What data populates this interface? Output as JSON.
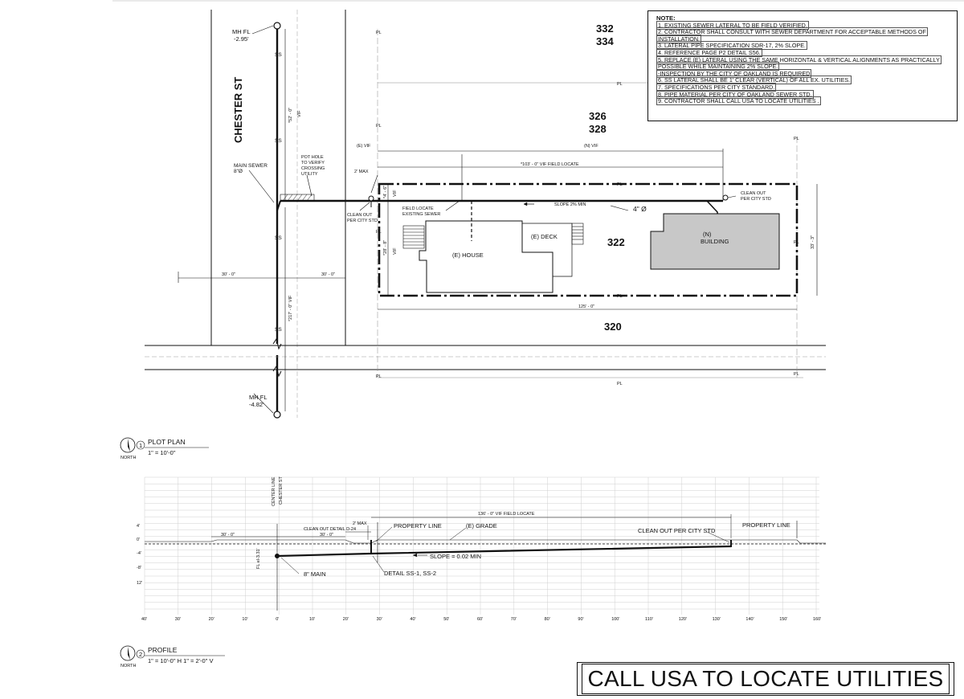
{
  "plot_plan": {
    "street_name": "CHESTER ST",
    "lot_numbers": {
      "lot_332": "332",
      "lot_334": "334",
      "lot_326": "326",
      "lot_328": "328",
      "lot_322": "322",
      "lot_320": "320"
    },
    "mh_top": {
      "label": "MH FL",
      "value": "-2.95'"
    },
    "mh_bottom": {
      "label": "MH FL",
      "value": "-4.82'"
    },
    "main_sewer": {
      "label": "MAIN SEWER",
      "size": "8\"Ø"
    },
    "pot_hole": [
      "POT HOLE",
      "TO VERIFY",
      "CROSSING",
      "UTILITY"
    ],
    "clean_out_left": [
      "CLEAN OUT",
      "PER CITY STD"
    ],
    "clean_out_right": [
      "CLEAN OUT",
      "PER CITY STD"
    ],
    "field_locate": [
      "FIELD LOCATE",
      "EXISTING SEWER"
    ],
    "slope": "SLOPE 2% MIN",
    "pipe_size": "4\" Ø",
    "existing_vif": "(E) VIF",
    "new_vif": "(N) VIF",
    "max_2": "2' MAX",
    "field_locate_dim": "*103' - 0\" VIF FIELD LOCATE",
    "dim_125": "125' - 0\"",
    "dim_33": "33' - 3\"",
    "dim_28": "*28' - 8\"",
    "dim_4": "*4' - 6\"",
    "dim_30_left": "30' - 0\"",
    "dim_30_right": "30' - 0\"",
    "dim_52": "*52' - 0\"",
    "dim_217": "*217' - 0\" VIF",
    "vif": "VIF",
    "existing_house": "(E) HOUSE",
    "existing_deck": "(E) DECK",
    "new_building": [
      "(N)",
      "BUILDING"
    ],
    "pl": "PL",
    "ss": "SS",
    "title": "PLOT PLAN",
    "scale": "1\" = 10'-0\"",
    "number": "1",
    "north": "NORTH"
  },
  "notes": {
    "title": "NOTE:",
    "items": [
      "1. EXISTING SEWER LATERAL TO BE FIELD VERIFIED.",
      "2. CONTRACTOR SHALL CONSULT WITH SEWER  DEPARTMENT  FOR ACCEPTABLE METHODS OF",
      "INSTALLATION.",
      "3. LATERAL PIPE SPECIFICATION SDR-17, 2% SLOPE.",
      "4. REFERENCE PAGE P2 DETAIL S56.",
      "5. REPLACE (E) LATERAL USING THE SAME HORIZONTAL & VERTICAL ALIGNMENTS AS PRACTICALLY",
      "POSSIBLE WHILE MAINTAINING 2% SLOPE.",
      "-INSPECTION BY THE CITY OF OAKLAND IS REQUIRED",
      "6. SS LATERAL SHALL BE 1' CLEAR (VERTICAL) OF ALL EX. UTILITIES.",
      "7. SPECIFICATIONS PER CITY STANDARD.",
      "8. PIPE MATERIAL PER CITY OF OAKLAND SEWER STD.",
      "9. CONTRACTOR SHALL CALL USA TO LOCATE UTILITIES ."
    ]
  },
  "profile": {
    "title": "PROFILE",
    "scale": "1\" = 10'-0\" H    1\" = 2'-0\" V",
    "number": "2",
    "north": "NORTH",
    "center_line": "CENTER LINE",
    "chester_st": "CHESTER ST",
    "field_locate": "136' - 0\" VIF FIELD LOCATE",
    "max_2": "2' MAX",
    "clean_out_detail": "CLEAN OUT DETAIL D-24",
    "property_line_left": "PROPERTY LINE",
    "property_line_right": "PROPERTY LINE",
    "grade": "(E) GRADE",
    "clean_out_right": "CLEAN OUT PER CITY STD",
    "slope": "SLOPE = 0.02 MIN",
    "main": "8\" MAIN",
    "detail": "DETAIL SS-1, SS-2",
    "fl": "FL el-3.31'",
    "dim_30a": "30' - 0\"",
    "dim_30b": "30' - 0\"",
    "y_ticks": [
      "4'",
      "0'",
      "-4'",
      "-8'",
      "12'"
    ],
    "x_ticks": [
      "40'",
      "30'",
      "20'",
      "10'",
      "0'",
      "10'",
      "20'",
      "30'",
      "40'",
      "50'",
      "60'",
      "70'",
      "80'",
      "90'",
      "100'",
      "110'",
      "120'",
      "130'",
      "140'",
      "150'",
      "160'"
    ]
  },
  "banner": {
    "text": "CALL USA TO LOCATE UTILITIES"
  }
}
